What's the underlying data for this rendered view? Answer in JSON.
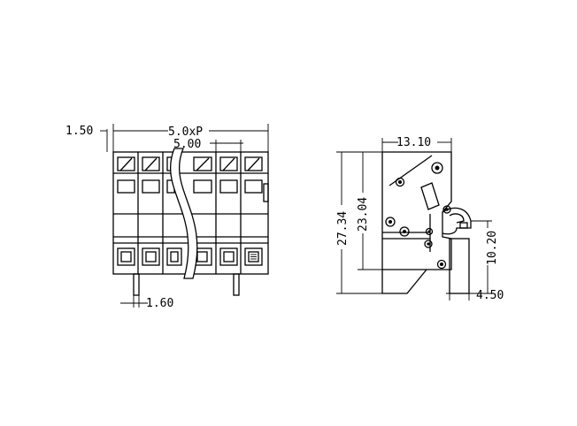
{
  "front_view": {
    "dim_edge": "1.50",
    "dim_total": "5.0xP",
    "dim_pitch": "5.00",
    "dim_pin": "1.60"
  },
  "side_view": {
    "dim_depth": "13.10",
    "dim_height_total": "27.34",
    "dim_height_body": "23.04",
    "dim_pin_height": "10.20",
    "dim_pin_offset": "4.50"
  }
}
